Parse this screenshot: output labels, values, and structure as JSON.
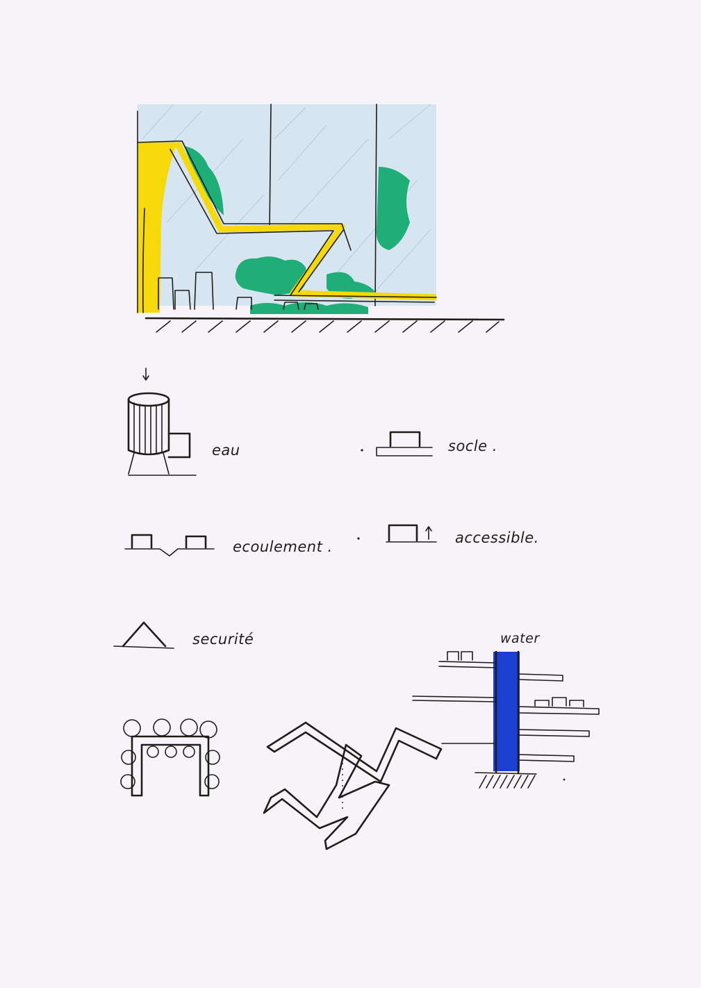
{
  "labels": {
    "eau": "eau",
    "socle": "socle .",
    "ecoulement": "ecoulement .",
    "accessible": "accessible.",
    "securite": "securité",
    "water": "water"
  },
  "colors": {
    "ink": "#1f1d1a",
    "yellow": "#f5d90a",
    "green": "#1fae78",
    "sky": "#bcd8ea",
    "blue": "#1d3fd1",
    "paper": "#f6f4f8"
  },
  "icons": [
    "section-sketch-icon",
    "water-tank-icon",
    "plinth-icon",
    "drainage-icon",
    "accessible-icon",
    "safety-triangle-icon",
    "table-plan-icon",
    "zigzag-path-icon",
    "water-tower-icon"
  ]
}
